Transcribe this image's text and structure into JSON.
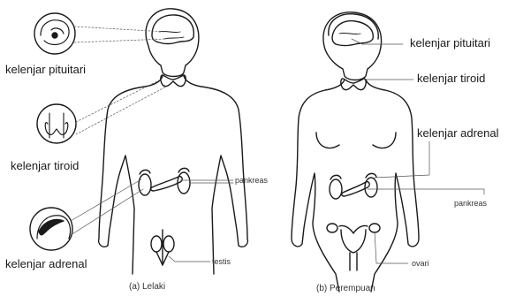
{
  "male": {
    "caption": "(a) Lelaki",
    "labels": {
      "pituitary": "kelenjar pituitari",
      "thyroid": "kelenjar tiroid",
      "adrenal": "kelenjar adrenal",
      "pancreas": "pankreas",
      "testis": "testis"
    }
  },
  "female": {
    "caption": "(b) Perempuan",
    "labels": {
      "pituitary": "kelenjar pituitari",
      "thyroid": "kelenjar tiroid",
      "adrenal": "kelenjar adrenal",
      "pancreas": "pankreas",
      "ovary": "ovari"
    }
  },
  "colors": {
    "line": "#1a1a1a",
    "leader": "#555555",
    "background": "#ffffff"
  },
  "icons": [
    "thyroid-icon",
    "pituitary-icon",
    "adrenal-icon",
    "pancreas-icon",
    "testis-icon",
    "ovary-uterus-icon"
  ]
}
